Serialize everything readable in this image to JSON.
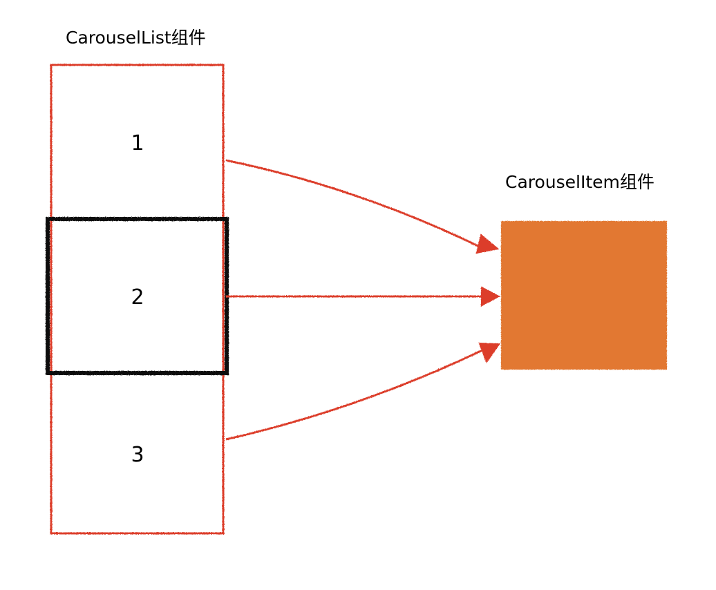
{
  "list_component": {
    "title": "CarouselList组件",
    "items": [
      {
        "label": "1"
      },
      {
        "label": "2"
      },
      {
        "label": "3"
      }
    ],
    "active_index": 1
  },
  "item_component": {
    "title": "CarouselItem组件"
  },
  "colors": {
    "outline": "#dc3d2a",
    "arrow": "#dc3d2a",
    "highlight": "#111111",
    "item_fill": "#e27830",
    "text": "#000000",
    "background": "#ffffff"
  }
}
